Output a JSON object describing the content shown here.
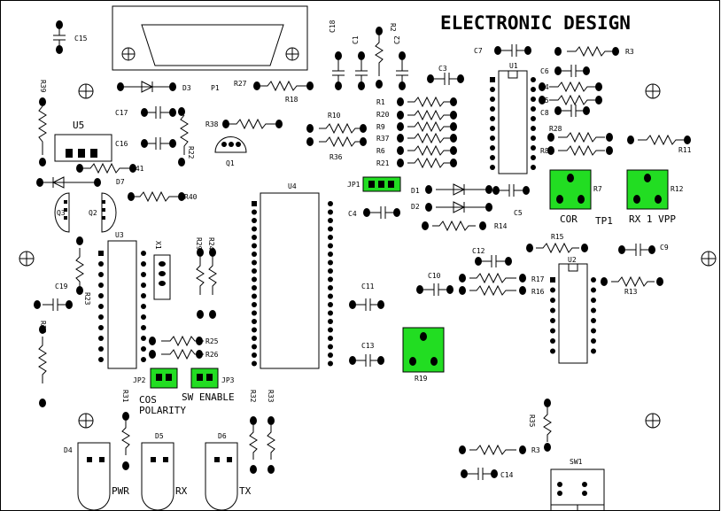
{
  "title": "ELECTRONIC DESIGN",
  "colors": {
    "pad": "#000000",
    "jumper": "#22dd22",
    "line": "#000000"
  },
  "labels": {
    "U5": "U5",
    "C15": "C15",
    "R39": "R39",
    "D3": "D3",
    "P1": "P1",
    "R27": "R27",
    "R18": "R18",
    "C17": "C17",
    "C16": "C16",
    "R22": "R22",
    "R38": "R38",
    "Q1": "Q1",
    "R41": "R41",
    "D7": "D7",
    "R40": "R40",
    "Q3": "Q3",
    "Q2": "Q2",
    "U3": "U3",
    "X1": "X1",
    "R29": "R29",
    "R24": "R24",
    "C19": "C19",
    "R23": "R23",
    "R30": "R30",
    "R25": "R25",
    "R26": "R26",
    "JP2": "JP2",
    "JP3": "JP3",
    "COS": "COS",
    "POLARITY": "POLARITY",
    "SW_ENABLE": "SW ENABLE",
    "R31": "R31",
    "R32": "R32",
    "R33": "R33",
    "D4": "D4",
    "D5": "D5",
    "D6": "D6",
    "PWR": "PWR",
    "RX": "RX",
    "TX": "TX",
    "C18": "C18",
    "C1": "C1",
    "C2": "C2",
    "R2": "R2",
    "C3": "C3",
    "R10": "R10",
    "R36": "R36",
    "R1": "R1",
    "R20": "R20",
    "R9": "R9",
    "R37": "R37",
    "R6": "R6",
    "R21": "R21",
    "U4": "U4",
    "JP1": "JP1",
    "C4": "C4",
    "D1": "D1",
    "D2": "D2",
    "C5": "C5",
    "R14": "R14",
    "C11": "C11",
    "C13": "C13",
    "R19": "R19",
    "C12": "C12",
    "C10": "C10",
    "R17": "R17",
    "R16": "R16",
    "C7": "C7",
    "U1": "U1",
    "R3": "R3",
    "C6": "C6",
    "R4": "R4",
    "R5": "R5",
    "C8": "C8",
    "R28": "R28",
    "R8": "R8",
    "R11": "R11",
    "R7": "R7",
    "R12": "R12",
    "COR": "COR",
    "TP1": "TP1",
    "RX1VPP": "RX 1 VPP",
    "R15": "R15",
    "C9": "C9",
    "U2": "U2",
    "R13": "R13",
    "R35": "R35",
    "C14": "C14",
    "SW1": "SW1"
  }
}
